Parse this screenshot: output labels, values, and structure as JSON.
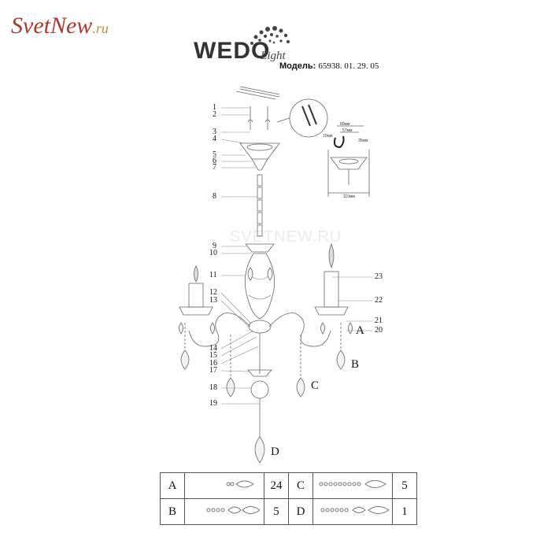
{
  "site_logo": {
    "main": "SvetNew",
    "tld": ".ru"
  },
  "brand": {
    "name": "WEDO",
    "sub": "Light"
  },
  "model": {
    "label": "Модель:",
    "number": "65938. 01. 29. 05"
  },
  "watermark": "SVETNEW.RU",
  "callouts_left": [
    "1",
    "2",
    "3",
    "4",
    "5",
    "6",
    "7",
    "8",
    "9",
    "10",
    "11",
    "12",
    "13",
    "14",
    "15",
    "16",
    "17",
    "18",
    "19"
  ],
  "callouts_right": [
    "23",
    "22",
    "21",
    "20"
  ],
  "pendant_labels": [
    "A",
    "B",
    "C",
    "D"
  ],
  "ceiling_dims": {
    "top_width": "80мм",
    "inner_width": "57мм",
    "hook_gap": "10мм",
    "height": "35мм",
    "base_width": "110мм"
  },
  "parts_table": [
    {
      "code": "A",
      "qty": "24",
      "code2": "C",
      "qty2": "5"
    },
    {
      "code": "B",
      "qty": "5",
      "code2": "D",
      "qty2": "1"
    }
  ]
}
